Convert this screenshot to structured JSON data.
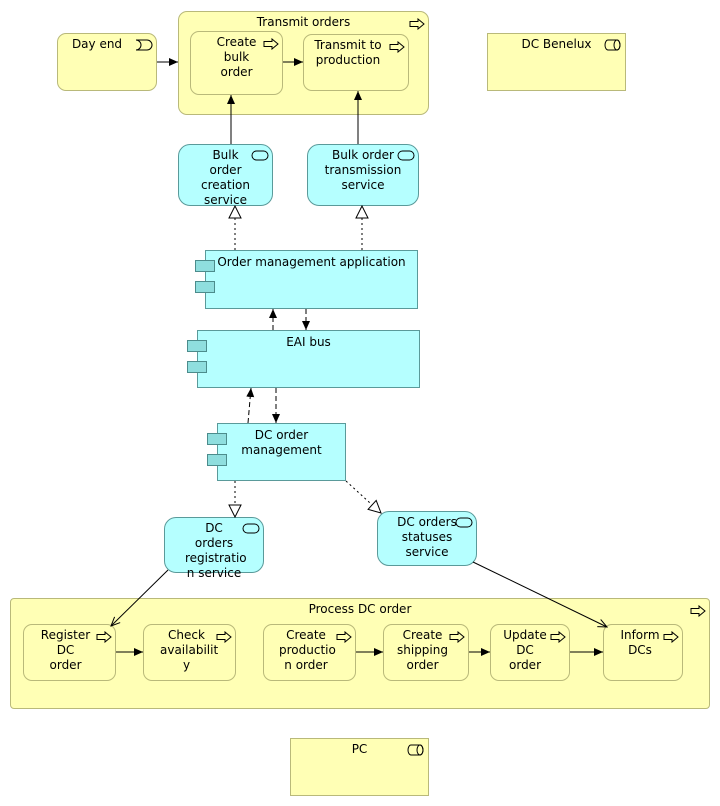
{
  "business": {
    "transmit_orders": "Transmit orders",
    "day_end": "Day end",
    "create_bulk_order": "Create bulk order",
    "transmit_to_production": "Transmit to production",
    "dc_benelux": "DC Benelux",
    "process_dc_order": "Process DC order",
    "register_dc_order": "Register DC order",
    "check_availability": "Check availabilit y",
    "create_production_order": "Create productio n order",
    "create_shipping_order": "Create shipping order",
    "update_dc_order": "Update DC order",
    "inform_dcs": "Inform DCs",
    "pc": "PC"
  },
  "application": {
    "bulk_order_creation_service": "Bulk order creation service",
    "bulk_order_transmission_service": "Bulk order transmission service",
    "order_management_application": "Order management application",
    "eai_bus": "EAI bus",
    "dc_order_management": "DC order management",
    "dc_orders_registration_service": "DC orders registratio n service",
    "dc_orders_statuses_service": "DC orders statuses service"
  },
  "colors": {
    "business_fill": "#ffffb5",
    "application_fill": "#b5ffff",
    "component_tab": "#8fdede"
  },
  "icons": {
    "process": "process-arrow-icon",
    "event": "event-icon",
    "service": "service-pill-icon",
    "actor": "role-cylinder-icon",
    "component": "component-icon"
  }
}
